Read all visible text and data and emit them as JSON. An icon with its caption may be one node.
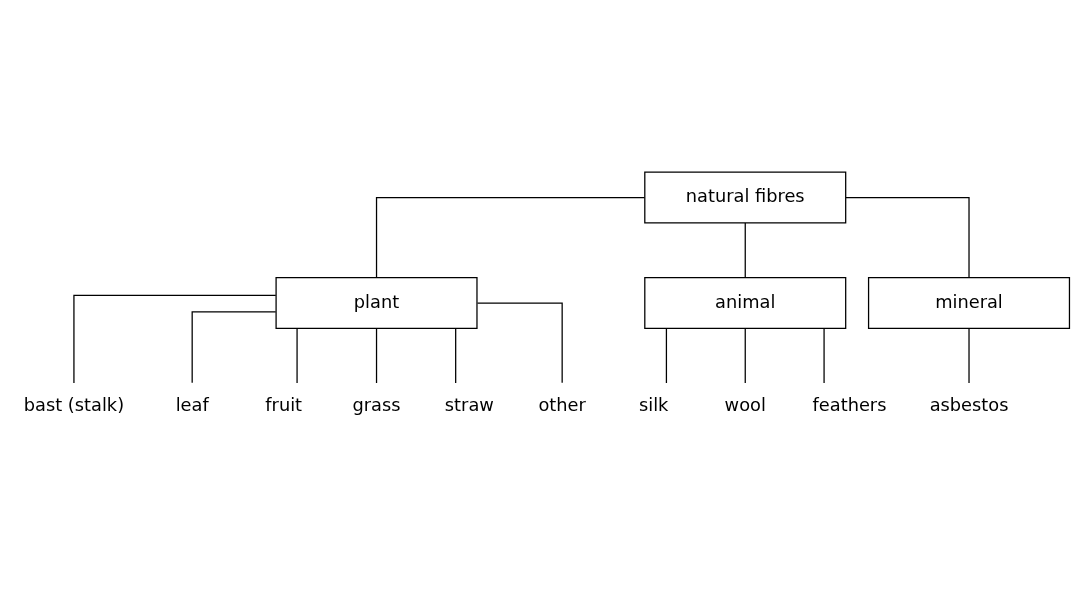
{
  "diagram": {
    "nodes": [
      {
        "text": [
          "natural fibres"
        ]
      },
      {
        "text": [
          "plant"
        ]
      },
      {
        "text": [
          "animal"
        ]
      },
      {
        "text": [
          "mineral"
        ]
      },
      {
        "text": [
          "bast (stalk)"
        ]
      },
      {
        "text": [
          "leaf"
        ]
      },
      {
        "text": [
          "fruit"
        ]
      },
      {
        "text": [
          "grass"
        ]
      },
      {
        "text": [
          "straw"
        ]
      },
      {
        "text": [
          "other"
        ]
      },
      {
        "text": [
          "silk"
        ]
      },
      {
        "text": [
          "wool"
        ]
      },
      {
        "text": [
          "feathers"
        ]
      },
      {
        "text": [
          "asbestos"
        ]
      }
    ],
    "edges": [
      {
        "from": 0,
        "to": 1,
        "arrow": "none"
      },
      {
        "from": 0,
        "to": 2,
        "arrow": "none"
      },
      {
        "from": 0,
        "to": 3,
        "arrow": "none"
      },
      {
        "from": 1,
        "to": 4,
        "arrow": "none"
      },
      {
        "from": 1,
        "to": 5,
        "arrow": "none"
      },
      {
        "from": 1,
        "to": 6,
        "arrow": "none"
      },
      {
        "from": 1,
        "to": 7,
        "arrow": "none"
      },
      {
        "from": 1,
        "to": 8,
        "arrow": "none"
      },
      {
        "from": 1,
        "to": 9,
        "arrow": "none"
      },
      {
        "from": 2,
        "to": 10,
        "arrow": "none"
      },
      {
        "from": 2,
        "to": 11,
        "arrow": "none"
      },
      {
        "from": 2,
        "to": 12,
        "arrow": "none"
      },
      {
        "from": 3,
        "to": 13,
        "arrow": "none"
      }
    ]
  }
}
